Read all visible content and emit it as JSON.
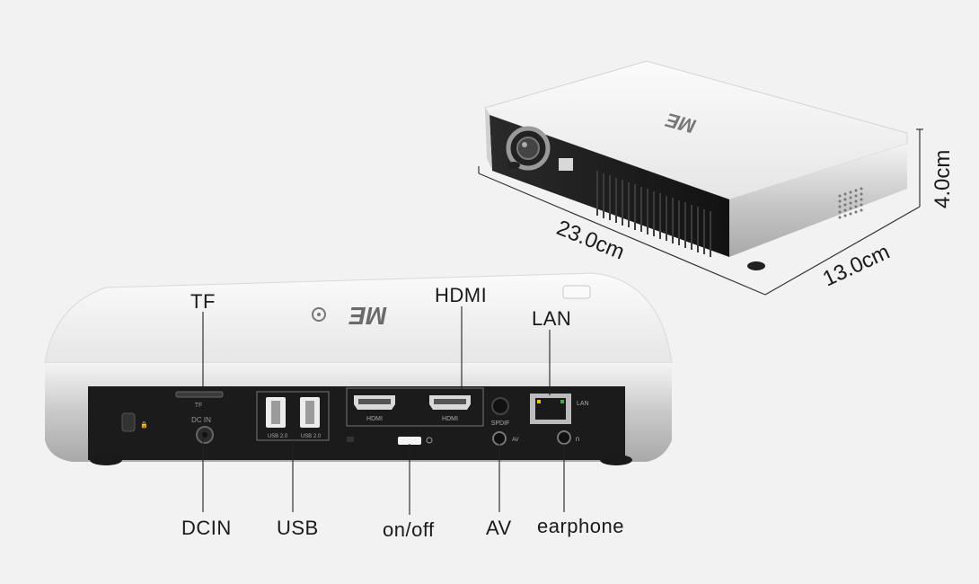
{
  "logo": {
    "text": "ME",
    "accent": "#6a6a6a"
  },
  "dimensions": {
    "length": "23.0cm",
    "width": "13.0cm",
    "height": "4.0cm"
  },
  "callouts": {
    "tf": "TF",
    "hdmi": "HDMI",
    "lan": "LAN",
    "dcin": "DCIN",
    "usb": "USB",
    "onoff": "on/off",
    "av": "AV",
    "earphone": "earphone"
  },
  "port_markings": {
    "tf": "TF",
    "dc_in": "DC IN",
    "usb_1": "USB 2.0",
    "usb_2": "USB 2.0",
    "hdmi_1": "HDMI",
    "hdmi_2": "HDMI",
    "spdif": "SPDIF",
    "av": "AV",
    "lan": "LAN"
  },
  "colors": {
    "background": "#f2f2f2",
    "shell_white": "#ffffff",
    "shell_silver": "#c8c8c8",
    "panel_black": "#1b1b1b"
  }
}
